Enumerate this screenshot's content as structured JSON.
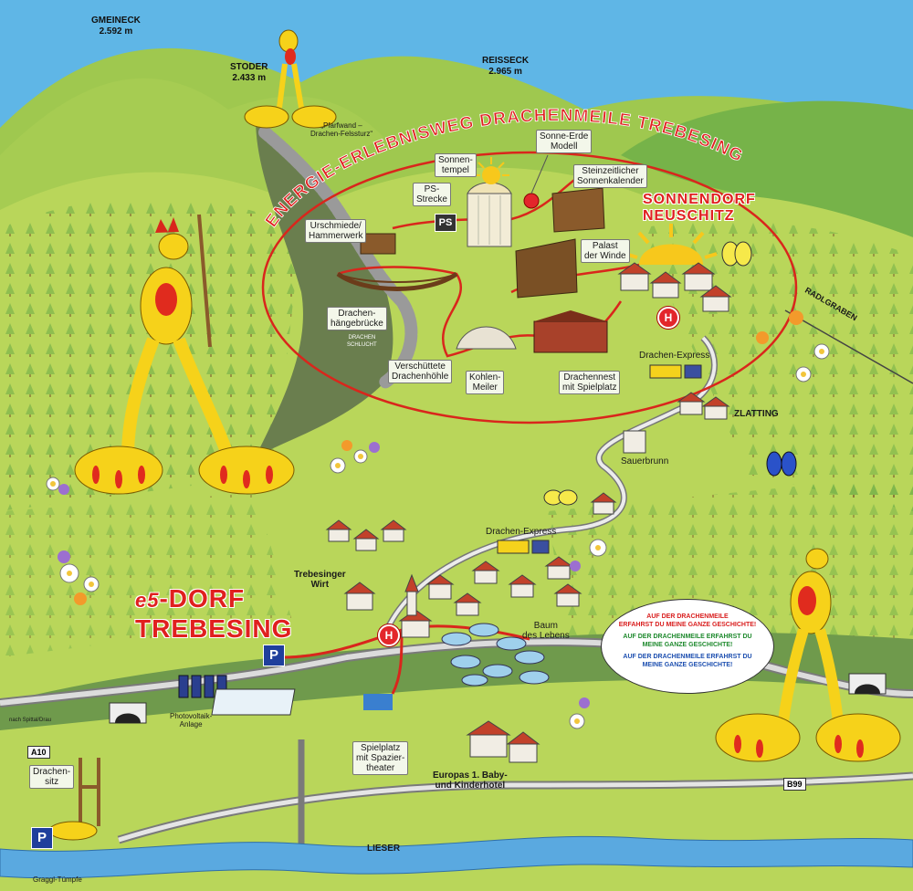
{
  "peaks": [
    {
      "name": "GMEINECK",
      "height": "2.592 m"
    },
    {
      "name": "STODER",
      "height": "2.433 m"
    },
    {
      "name": "REISSECK",
      "height": "2.965 m"
    }
  ],
  "trail_title": "ENERGIE-ERLEBNISWEG DRACHENMEILE TREBESING",
  "village_title": {
    "line1": "SONNENDORF",
    "line2": "NEUSCHITZ"
  },
  "edorf_title": {
    "line1": "-DORF",
    "line2": "TREBESING",
    "logo": "e5"
  },
  "stations": {
    "felssturz": "„Pfarfwand –\nDrachen-Felssturz“",
    "sonne_erde": "Sonne-Erde\nModell",
    "sonnentempel": "Sonnen-\ntempel",
    "steinzeit": "Steinzeitlicher\nSonnenkalender",
    "ps_strecke": "PS-\nStrecke",
    "urschmiede": "Urschmiede/\nHammerwerk",
    "palast": "Palast\nder Winde",
    "haengebruecke": "Drachen-\nhängebrücke",
    "schlucht": "DRACHEN\nSCHLUCHT",
    "verschuettete": "Verschüttete\nDrachenhöhle",
    "kohlenmeiler": "Kohlen-\nMeiler",
    "drachennest": "Drachennest\nmit Spielplatz"
  },
  "places": {
    "radlgraben": "RADLGRABEN",
    "drachen_express_1": "Drachen-Express",
    "zlatting": "ZLATTING",
    "sauerbrunn": "Sauerbrunn",
    "drachen_express_2": "Drachen-Express",
    "trebesinger_wirt": "Trebesinger\nWirt",
    "baum_des_lebens": "Baum\ndes Lebens",
    "photovoltaik": "Photovoltaik-\nAnlage",
    "spittal": "nach Spittal/Drau",
    "spielplatz": "Spielplatz\nmit Spazier-\ntheater",
    "kinderhotel": "Europas 1. Baby-\nund Kinderhotel",
    "drachensitz": "Drachen-\nsitz",
    "lieser": "LIESER",
    "graggl": "Graggl-Tümpfe"
  },
  "roads": {
    "a10": "A10",
    "b99": "B99"
  },
  "signs": {
    "h": "H",
    "p": "P",
    "ps": "PS"
  },
  "speech": {
    "red": "AUF DER DRACHENMEILE\nERFAHRST DU MEINE GANZE GESCHICHTE!",
    "green": "AUF DER DRACHENMEILE ERFAHRST DU\nMEINE GANZE GESCHICHTE!",
    "blue": "AUF DER DRACHENMEILE ERFAHRST DU\nMEINE GANZE GESCHICHTE!"
  },
  "colors": {
    "sky": "#5fb6e6",
    "grass": "#b9d65a",
    "dark_grass": "#5f9e44",
    "trail_red": "#d9261c",
    "dragon_yellow": "#f6d21a",
    "river": "#5aa9e0"
  },
  "icons": [
    "dragon-mascot",
    "sun-icon",
    "butterfly-icon",
    "flower-icon",
    "bus-icon",
    "house-icon",
    "tree-icon",
    "solar-panel-icon"
  ]
}
